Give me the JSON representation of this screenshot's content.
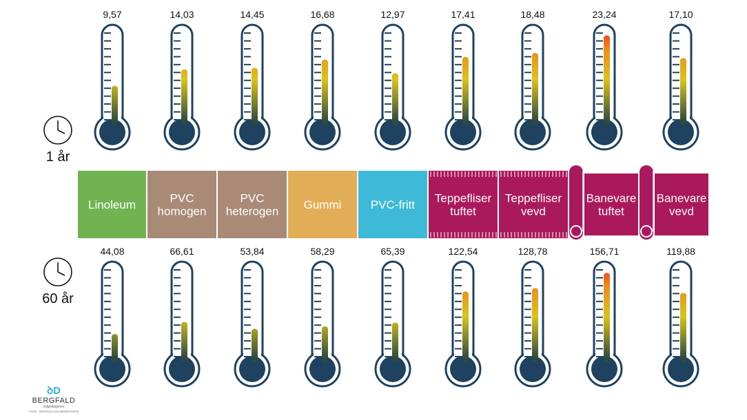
{
  "chart_data": {
    "type": "thermometer",
    "categories": [
      "Linoleum",
      "PVC homogen",
      "PVC heterogen",
      "Gummi",
      "PVC-fritt",
      "Teppefliser tuftet",
      "Teppefliser vevd",
      "Banevare tuftet",
      "Banevare vevd"
    ],
    "category_lines": [
      [
        "Linoleum"
      ],
      [
        "PVC",
        "homogen"
      ],
      [
        "PVC",
        "heterogen"
      ],
      [
        "Gummi"
      ],
      [
        "PVC-fritt"
      ],
      [
        "Teppefliser",
        "tuftet"
      ],
      [
        "Teppefliser",
        "vevd"
      ],
      [
        "Banevare",
        "tuftet"
      ],
      [
        "Banevare",
        "vevd"
      ]
    ],
    "category_colors": [
      "#72b351",
      "#a88a76",
      "#a88a76",
      "#e2ad57",
      "#3fb9d8",
      "#a9195b",
      "#a9195b",
      "#a9195b",
      "#a9195b"
    ],
    "category_style": [
      "plain",
      "plain",
      "plain",
      "plain",
      "plain",
      "tufted",
      "tufted",
      "roll",
      "roll"
    ],
    "series": [
      {
        "name": "1 år",
        "values": [
          9.57,
          14.03,
          14.45,
          16.68,
          12.97,
          17.41,
          18.48,
          23.24,
          17.1
        ],
        "labels": [
          "9,57",
          "14,03",
          "14,45",
          "16,68",
          "12,97",
          "17,41",
          "18,48",
          "23,24",
          "17,10"
        ],
        "ylim": [
          0,
          25
        ]
      },
      {
        "name": "60 år",
        "values": [
          44.08,
          66.61,
          53.84,
          58.29,
          65.39,
          122.54,
          128.78,
          156.71,
          119.88
        ],
        "labels": [
          "44,08",
          "66,61",
          "53,84",
          "58,29",
          "65,39",
          "122,54",
          "128,78",
          "156,71",
          "119,88"
        ],
        "ylim": [
          0,
          170
        ]
      }
    ],
    "row_labels": [
      "1 år",
      "60 år"
    ]
  },
  "logo": {
    "mark": "ꝺD",
    "name": "BERGFALD",
    "tagline": "miljørådgivere",
    "copyright": "©2018 · BERGFALD MILJØRÅDGIVERE"
  },
  "colors": {
    "thermo_dark": "#1e4260",
    "grad_low": "#2e4a3e",
    "grad_mid": "#d8c41a",
    "grad_orange": "#f08a1c",
    "grad_high": "#e8312a"
  }
}
